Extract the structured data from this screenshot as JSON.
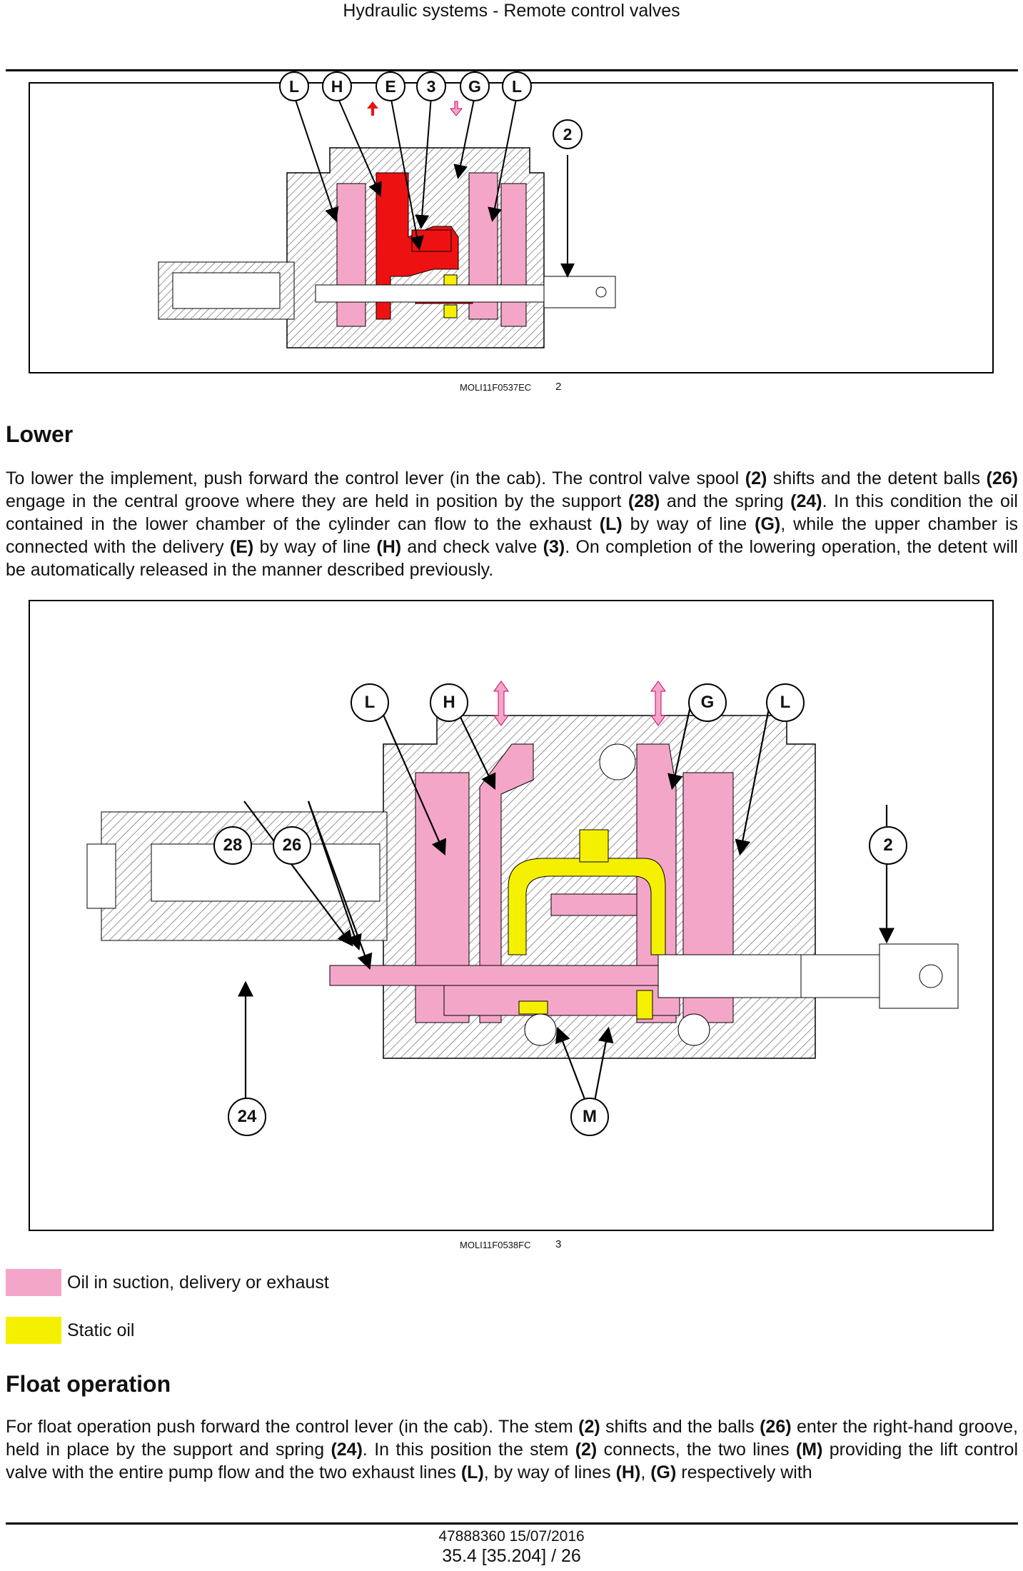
{
  "header": {
    "title": "Hydraulic systems - Remote control valves"
  },
  "figure1": {
    "callouts": [
      "L",
      "H",
      "E",
      "3",
      "G",
      "L",
      "2"
    ],
    "code": "MOLI11F0537EC",
    "number": "2"
  },
  "section_lower": {
    "title": "Lower",
    "text": [
      {
        "t": "To lower the implement, push forward the control lever (in the cab). The control valve spool "
      },
      {
        "b": "(2)"
      },
      {
        "t": " shifts and the detent balls "
      },
      {
        "b": "(26)"
      },
      {
        "t": " engage in the central groove where they are held in position by the support "
      },
      {
        "b": "(28)"
      },
      {
        "t": " and the spring "
      },
      {
        "b": "(24)"
      },
      {
        "t": ". In this condition the oil contained in the lower chamber of the cylinder can flow to the exhaust "
      },
      {
        "b": "(L)"
      },
      {
        "t": " by way of line "
      },
      {
        "b": "(G)"
      },
      {
        "t": ", while the upper chamber is connected with the delivery "
      },
      {
        "b": "(E)"
      },
      {
        "t": " by way of line "
      },
      {
        "b": "(H)"
      },
      {
        "t": " and check valve "
      },
      {
        "b": "(3)"
      },
      {
        "t": ". On completion of the lowering operation, the detent will be automatically released in the manner described previously."
      }
    ]
  },
  "figure2": {
    "callouts": [
      "L",
      "H",
      "G",
      "L",
      "28",
      "26",
      "2",
      "24",
      "M"
    ],
    "code": "MOLI11F0538FC",
    "number": "3"
  },
  "legend": [
    {
      "label": "Oil in suction, delivery or exhaust",
      "color": "#f4a6c8"
    },
    {
      "label": "Static oil",
      "color": "#f5f000"
    }
  ],
  "section_float": {
    "title": "Float operation",
    "text": [
      {
        "t": "For float operation push forward the control lever (in the cab). The stem "
      },
      {
        "b": "(2)"
      },
      {
        "t": " shifts and the balls "
      },
      {
        "b": "(26)"
      },
      {
        "t": " enter the right-hand groove, held in place by the support and spring "
      },
      {
        "b": "(24)"
      },
      {
        "t": ". In this position the stem "
      },
      {
        "b": "(2)"
      },
      {
        "t": " connects, the two lines "
      },
      {
        "b": "(M)"
      },
      {
        "t": " providing the lift control valve with the entire pump flow and the two exhaust lines "
      },
      {
        "b": "(L)"
      },
      {
        "t": ", by way of lines "
      },
      {
        "b": "(H)"
      },
      {
        "t": ", "
      },
      {
        "b": "(G)"
      },
      {
        "t": " respectively with"
      }
    ]
  },
  "footer": {
    "doc": "47888360 15/07/2016",
    "page": "35.4 [35.204] / 26"
  },
  "colors": {
    "pink": "#f4a6c8",
    "red": "#ee1111",
    "yellow": "#f5f000"
  }
}
